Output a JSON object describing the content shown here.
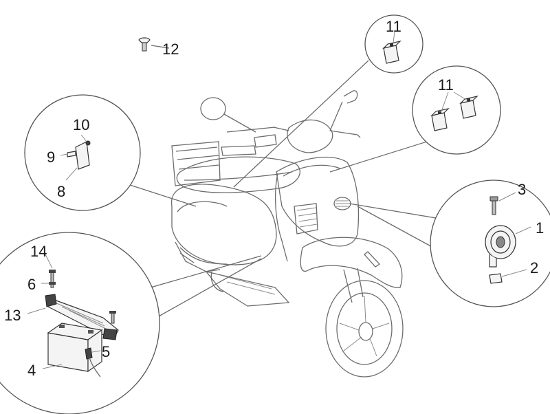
{
  "diagram": {
    "callouts": [
      {
        "id": "c1",
        "label": "1"
      },
      {
        "id": "c2",
        "label": "2"
      },
      {
        "id": "c3",
        "label": "3"
      },
      {
        "id": "c4",
        "label": "4"
      },
      {
        "id": "c5",
        "label": "5"
      },
      {
        "id": "c6",
        "label": "6"
      },
      {
        "id": "c8",
        "label": "8"
      },
      {
        "id": "c9",
        "label": "9"
      },
      {
        "id": "c10",
        "label": "10"
      },
      {
        "id": "c11a",
        "label": "11"
      },
      {
        "id": "c11b",
        "label": "11"
      },
      {
        "id": "c12",
        "label": "12"
      },
      {
        "id": "c13",
        "label": "13"
      },
      {
        "id": "c14",
        "label": "14"
      }
    ]
  }
}
